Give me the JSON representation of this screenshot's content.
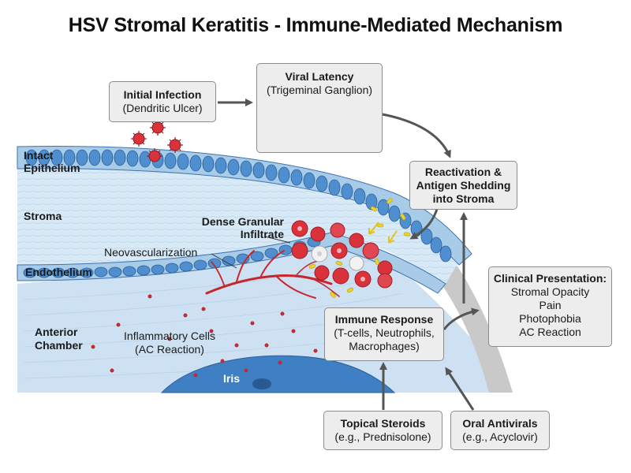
{
  "title": "HSV Stromal Keratitis - Immune-Mediated Mechanism",
  "colors": {
    "epithelium_cell": "#4f8fcf",
    "stroma": "#d8e9f6",
    "chamber": "#cfe3f3",
    "iris": "#3f7fc4",
    "infiltrate": "#d9323a",
    "vessel": "#c8262c",
    "antigen": "#e8d12a",
    "box_fill": "#ededed",
    "arrow": "#555555"
  },
  "boxes": {
    "initial_infection": {
      "heading": "Initial Infection",
      "text": "(Dendritic Ulcer)"
    },
    "viral_latency": {
      "heading": "Viral Latency",
      "text": "(Trigeminal Ganglion)"
    },
    "reactivation": {
      "heading": "Reactivation & Antigen Shedding into Stroma"
    },
    "immune_response": {
      "heading": "Immune Response",
      "text": "(T-cells, Neutrophils, Macrophages)"
    },
    "clinical_presentation": {
      "heading": "Clinical Presentation:",
      "items": [
        "Stromal Opacity",
        "Pain",
        "Photophobia",
        "AC Reaction"
      ]
    },
    "topical_steroids": {
      "heading": "Topical Steroids",
      "text": "(e.g., Prednisolone)"
    },
    "oral_antivirals": {
      "heading": "Oral Antivirals",
      "text": "(e.g., Acyclovir)"
    }
  },
  "labels": {
    "intact_epithelium": "Intact Epithelium",
    "stroma": "Stroma",
    "endothelium": "Endothelium",
    "anterior_chamber": "Anterior Chamber",
    "iris": "Iris",
    "dense_granular_infiltrate": "Dense Granular Infiltrate",
    "neovascularization": "Neovascularization",
    "inflammatory_cells": "Inflammatory Cells (AC Reaction)"
  },
  "icons": [
    "virus-icon",
    "neuron-icon",
    "antigen-particle-icon",
    "immune-cell-icon"
  ]
}
